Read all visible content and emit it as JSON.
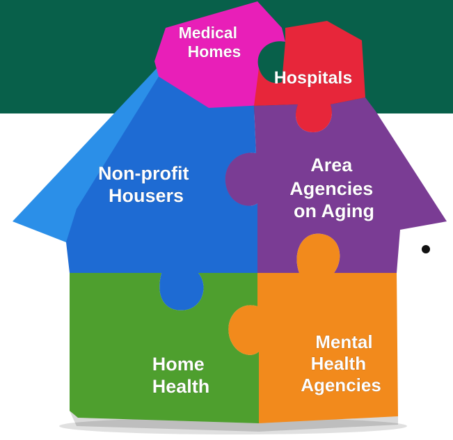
{
  "colors": {
    "band": "#08604a",
    "background": "#ffffff",
    "bullet": "#111111",
    "medical_homes": "#e81fb8",
    "hospitals": "#e7263a",
    "nonprofit_housers": "#1e6bd3",
    "roof_left": "#2b8fe8",
    "area_agencies": "#7a3c94",
    "home_health": "#4e9f2e",
    "mental_health": "#f28a1c"
  },
  "pieces": {
    "medical_homes": {
      "line1": "Medical",
      "line2": "Homes"
    },
    "hospitals": {
      "line1": "Hospitals"
    },
    "nonprofit_housers": {
      "line1": "Non-profit",
      "line2": "Housers"
    },
    "area_agencies": {
      "line1": "Area",
      "line2": "Agencies",
      "line3": "on Aging"
    },
    "home_health": {
      "line1": "Home",
      "line2": "Health"
    },
    "mental_health": {
      "line1": "Mental",
      "line2": "Health",
      "line3": "Agencies"
    }
  }
}
